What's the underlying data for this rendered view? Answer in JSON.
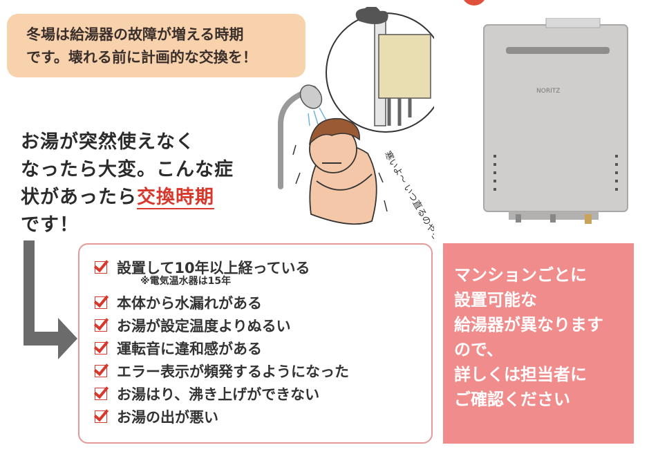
{
  "notice": {
    "line1": "冬場は給湯器の故障が増える時期",
    "line2": "です。壊れる前に計画的な交換を！"
  },
  "headline": {
    "line1": "お湯が突然使えなく",
    "line2": "なったら大変。こんな症",
    "line3_prefix": "状があったら",
    "line3_highlight": "交換時期",
    "line4": "です！"
  },
  "illustration": {
    "thought_bubble": "寒いよ〜 いつ直るのやら",
    "heater_brand": "NORITZ"
  },
  "checklist": {
    "items": [
      "設置して10年以上経っている",
      "本体から水漏れがある",
      "お湯が設定温度よりぬるい",
      "運転音に違和感がある",
      "エラー表示が頻発するようになった",
      "お湯はり、沸き上げができない",
      "お湯の出が悪い"
    ],
    "note": "※電気温水器は15年"
  },
  "info_box": {
    "lines": [
      "マンションごとに",
      "設置可能な",
      "給湯器が異なります",
      "ので、",
      "詳しくは担当者に",
      "ご確認ください"
    ]
  },
  "colors": {
    "accent_red": "#d8372c",
    "notice_bg": "#f8d2ad",
    "info_bg": "#f18c8c",
    "list_border": "#e59a9a"
  }
}
